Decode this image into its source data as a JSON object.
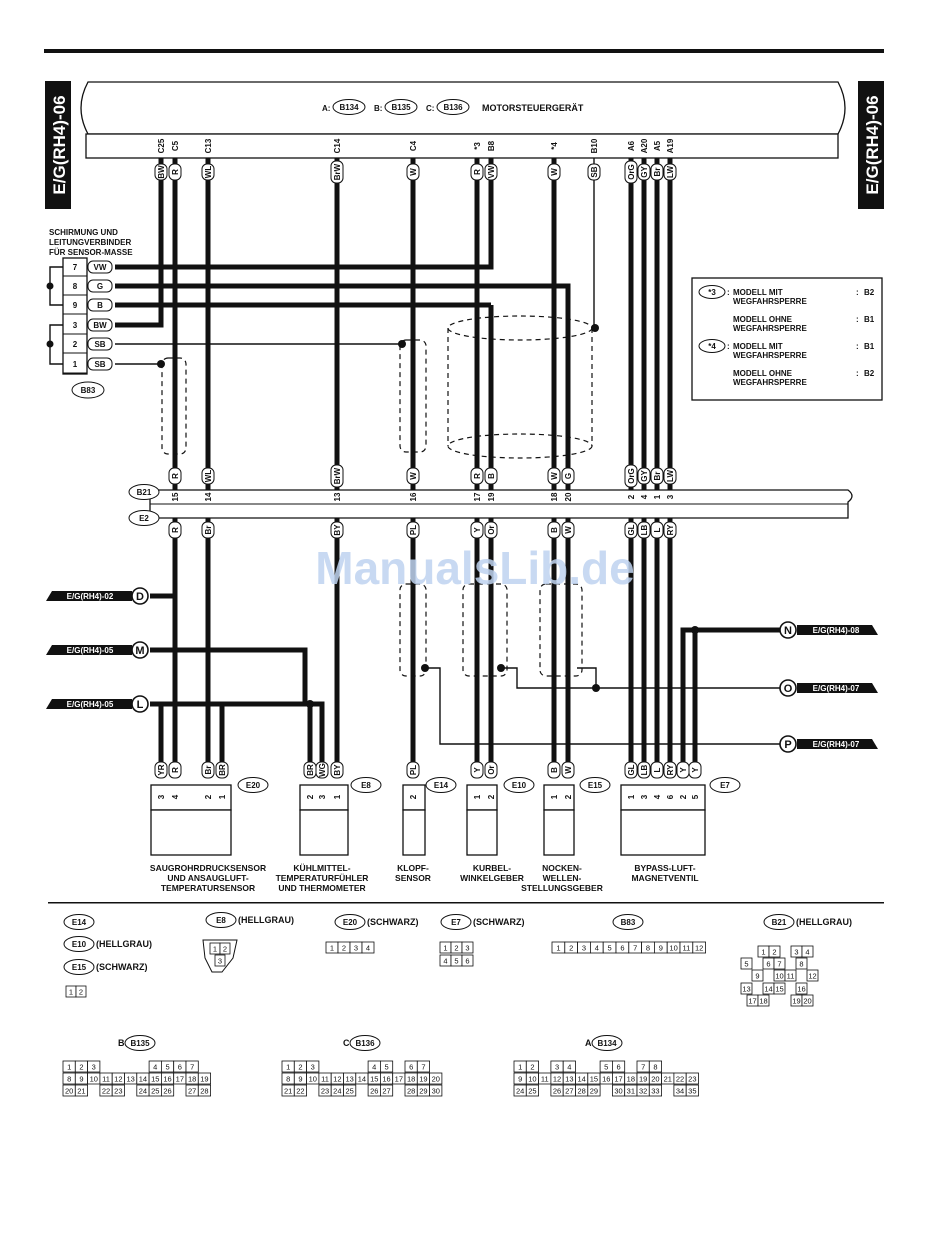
{
  "header": {
    "side_tag": "E/G(RH4)-06",
    "ecu_title": "MOTORSTEUERGERÄT",
    "ecu_refs": [
      {
        "p": "A:",
        "c": "B134"
      },
      {
        "p": "B:",
        "c": "B135"
      },
      {
        "p": "C:",
        "c": "B136"
      }
    ]
  },
  "ecu_pins": [
    {
      "pin": "C25",
      "color": "BW"
    },
    {
      "pin": "C5",
      "color": "R"
    },
    {
      "pin": "C13",
      "color": "WL"
    },
    {
      "pin": "C14",
      "color": "BrW"
    },
    {
      "pin": "C4",
      "color": "W"
    },
    {
      "pin": "*3",
      "color": "R"
    },
    {
      "pin": "B8",
      "color": "VW"
    },
    {
      "pin": "*4",
      "color": "W"
    },
    {
      "pin": "B10",
      "color": "SB"
    },
    {
      "pin": "A6",
      "color": "OrG"
    },
    {
      "pin": "A20",
      "color": "GY"
    },
    {
      "pin": "A5",
      "color": "Br"
    },
    {
      "pin": "A19",
      "color": "LW"
    }
  ],
  "shield_block": {
    "title_lines": [
      "SCHIRMUNG UND",
      "LEITUNGVERBINDER",
      "FÜR SENSOR-MASSE"
    ],
    "connector": "B83",
    "rows": [
      {
        "pin": "7",
        "color": "VW"
      },
      {
        "pin": "8",
        "color": "G"
      },
      {
        "pin": "9",
        "color": "B"
      },
      {
        "pin": "3",
        "color": "BW"
      },
      {
        "pin": "2",
        "color": "SB"
      },
      {
        "pin": "1",
        "color": "SB"
      }
    ]
  },
  "legend": {
    "rows": [
      {
        "mark": "*3",
        "text": "MODELL MIT",
        "text2": "WEGFAHRSPERRE",
        "value": "B2"
      },
      {
        "mark": "",
        "text": "MODELL OHNE",
        "text2": "WEGFAHRSPERRE",
        "value": "B1"
      },
      {
        "mark": "*4",
        "text": "MODELL MIT",
        "text2": "WEGFAHRSPERRE",
        "value": "B1"
      },
      {
        "mark": "",
        "text": "MODELL OHNE",
        "text2": "WEGFAHRSPERRE",
        "value": "B2"
      }
    ]
  },
  "inline": {
    "b21": "B21",
    "e2": "E2",
    "top": [
      {
        "color": "R",
        "pin": "15"
      },
      {
        "color": "WL",
        "pin": "14"
      },
      {
        "color": "BrW",
        "pin": "13"
      },
      {
        "color": "W",
        "pin": "16"
      },
      {
        "color": "R",
        "pin": "17"
      },
      {
        "color": "B",
        "pin": "19"
      },
      {
        "color": "W",
        "pin": "18"
      },
      {
        "color": "G",
        "pin": "20"
      },
      {
        "color": "OrG",
        "pin": "2"
      },
      {
        "color": "GY",
        "pin": "4"
      },
      {
        "color": "Br",
        "pin": "1"
      },
      {
        "color": "LW",
        "pin": "3"
      }
    ],
    "bottom": [
      "R",
      "Br",
      "BY",
      "PL",
      "Y",
      "Or",
      "B",
      "W",
      "GL",
      "LB",
      "L",
      "RY"
    ]
  },
  "left_refs": [
    {
      "text": "E/G(RH4)-02",
      "letter": "D"
    },
    {
      "text": "E/G(RH4)-05",
      "letter": "M"
    },
    {
      "text": "E/G(RH4)-05",
      "letter": "L"
    }
  ],
  "right_refs": [
    {
      "text": "E/G(RH4)-08",
      "letter": "N"
    },
    {
      "text": "E/G(RH4)-07",
      "letter": "O"
    },
    {
      "text": "E/G(RH4)-07",
      "letter": "P"
    }
  ],
  "watermark": "ManualsLib.de",
  "components": [
    {
      "code": "E20",
      "pins": [
        "3",
        "4",
        "2",
        "1"
      ],
      "wires": [
        "YR",
        "R",
        "Br",
        "BR"
      ],
      "name_lines": [
        "SAUGROHRDRUCKSENSOR",
        "UND ANSAUGLUFT-",
        "TEMPERATURSENSOR"
      ]
    },
    {
      "code": "E8",
      "pins": [
        "2",
        "3",
        "1"
      ],
      "wires": [
        "BR",
        "WG",
        "BY"
      ],
      "name_lines": [
        "KÜHLMITTEL-",
        "TEMPERATURFÜHLER",
        "UND THERMOMETER"
      ]
    },
    {
      "code": "E14",
      "pins": [
        "2"
      ],
      "wires": [
        "PL"
      ],
      "name_lines": [
        "KLOPF-",
        "SENSOR"
      ]
    },
    {
      "code": "E10",
      "pins": [
        "1",
        "2"
      ],
      "wires": [
        "Y",
        "Or"
      ],
      "name_lines": [
        "KURBEL-",
        "WINKELGEBER"
      ]
    },
    {
      "code": "E15",
      "pins": [
        "1",
        "2"
      ],
      "wires": [
        "B",
        "W"
      ],
      "name_lines": [
        "NOCKEN-",
        "WELLEN-",
        "STELLUNGSGEBER"
      ]
    },
    {
      "code": "E7",
      "pins": [
        "1",
        "3",
        "4",
        "6",
        "2",
        "5"
      ],
      "wires": [
        "GL",
        "LB",
        "L",
        "RY",
        "Y",
        "Y"
      ],
      "name_lines": [
        "BYPASS-LUFT-",
        "MAGNETVENTIL"
      ]
    }
  ],
  "connectors": {
    "e14": "E14",
    "e10": {
      "code": "E10",
      "note": "(HELLGRAU)"
    },
    "e15": {
      "code": "E15",
      "note": "(SCHWARZ)"
    },
    "e8": {
      "code": "E8",
      "note": "(HELLGRAU)"
    },
    "e20": {
      "code": "E20",
      "note": "(SCHWARZ)"
    },
    "e7": {
      "code": "E7",
      "note": "(SCHWARZ)"
    },
    "b83": "B83",
    "b21": {
      "code": "B21",
      "note": "(HELLGRAU)"
    },
    "b135": {
      "p": "B:",
      "c": "B135"
    },
    "b136": {
      "p": "C:",
      "c": "B136"
    },
    "b134": {
      "p": "A:",
      "c": "B134"
    },
    "grid_e14": [
      "1",
      "2"
    ],
    "grid_e8": [
      "1",
      "2",
      "3"
    ],
    "grid_e20": [
      "1",
      "2",
      "3",
      "4"
    ],
    "grid_e7": [
      "1",
      "2",
      "3",
      "4",
      "5",
      "6"
    ],
    "grid_b83": [
      "1",
      "2",
      "3",
      "4",
      "5",
      "6",
      "7",
      "8",
      "9",
      "10",
      "11",
      "12"
    ],
    "grid_b21": [
      "1",
      "2",
      "3",
      "4",
      "5",
      "6",
      "7",
      "8",
      "9",
      "10",
      "11",
      "12",
      "13",
      "14",
      "15",
      "16",
      "17",
      "18",
      "19",
      "20"
    ],
    "grid_b135": [
      [
        "1",
        "2",
        "3",
        "",
        "",
        "",
        "",
        "4",
        "5",
        "6",
        "7"
      ],
      [
        "8",
        "9",
        "10",
        "11",
        "12",
        "13",
        "14",
        "15",
        "16",
        "17",
        "18",
        "19"
      ],
      [
        "20",
        "21",
        "",
        "22",
        "23",
        "",
        "24",
        "25",
        "26",
        "",
        "27",
        "28"
      ]
    ],
    "grid_b136": [
      [
        "1",
        "2",
        "3",
        "",
        "",
        "",
        "",
        "4",
        "5",
        "",
        "6",
        "7"
      ],
      [
        "8",
        "9",
        "10",
        "11",
        "12",
        "13",
        "14",
        "15",
        "16",
        "17",
        "18",
        "19",
        "20"
      ],
      [
        "21",
        "22",
        "",
        "23",
        "24",
        "25",
        "",
        "26",
        "27",
        "",
        "28",
        "29",
        "30"
      ]
    ],
    "grid_b134": [
      [
        "1",
        "2",
        "",
        "3",
        "4",
        "",
        "",
        "5",
        "6",
        "",
        "7",
        "8"
      ],
      [
        "9",
        "10",
        "11",
        "12",
        "13",
        "14",
        "15",
        "16",
        "17",
        "18",
        "19",
        "20",
        "21",
        "22",
        "23"
      ],
      [
        "24",
        "25",
        "",
        "26",
        "27",
        "28",
        "29",
        "",
        "30",
        "31",
        "32",
        "33",
        "",
        "34",
        "35"
      ]
    ]
  }
}
